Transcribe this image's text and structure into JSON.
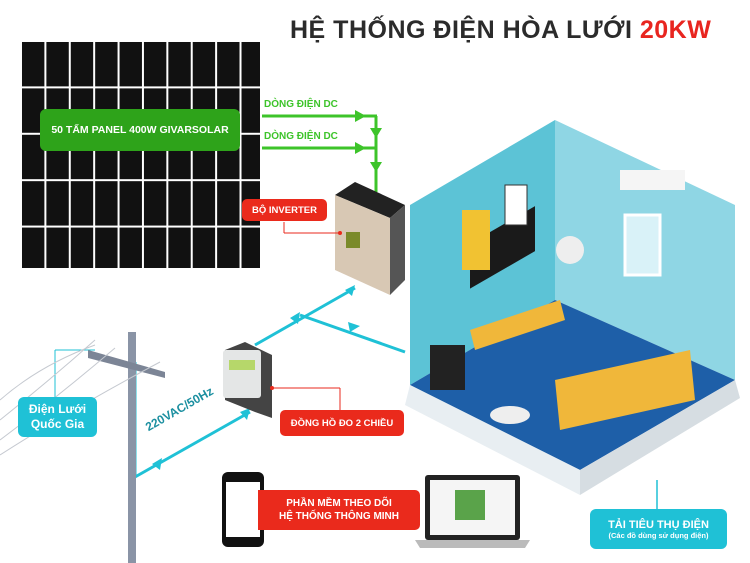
{
  "title": {
    "main": "HỆ THỐNG ĐIỆN HÒA LƯỚI ",
    "highlight": "20KW"
  },
  "solar": {
    "label": "50 TẤM PANEL 400W GIVARSOLAR",
    "dc_line_1": "DÒNG ĐIỆN DC",
    "dc_line_2": "DÒNG ĐIỆN DC"
  },
  "inverter": {
    "label": "BỘ INVERTER"
  },
  "meter": {
    "label": "ĐỒNG HỒ ĐO 2 CHIỀU"
  },
  "grid": {
    "label_line1": "Điện Lưới",
    "label_line2": "Quốc Gia",
    "ac_label": "220VAC/50Hz"
  },
  "software": {
    "label_line1": "PHẦN MỀM THEO DÕI",
    "label_line2": "HỆ THỐNG THÔNG MINH"
  },
  "load": {
    "label": "TẢI TIÊU THỤ ĐIỆN",
    "sublabel": "(Các đồ dùng sử dụng điện)"
  },
  "colors": {
    "green": "#3dc42a",
    "red": "#ea2a1c",
    "cyan": "#1fc1d6",
    "wall": "#5cc3d6",
    "floor": "#1e5fa8"
  }
}
